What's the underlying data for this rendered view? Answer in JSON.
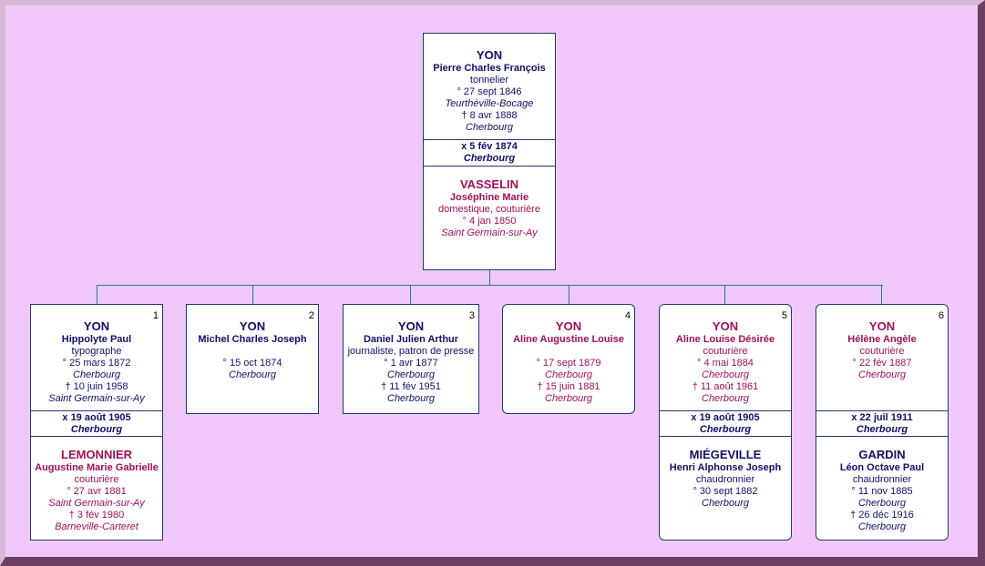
{
  "root": {
    "husband": {
      "surname": "YON",
      "given": "Pierre Charles François",
      "occupation": "tonnelier",
      "birth_date": "° 27 sept 1846",
      "birth_place": "Teurthéville-Bocage",
      "death_date": "† 8 avr 1888",
      "death_place": "Cherbourg"
    },
    "marriage": {
      "date": "x 5 fév 1874",
      "place": "Cherbourg"
    },
    "wife": {
      "surname": "VASSELIN",
      "given": "Joséphine Marie",
      "occupation": "domestique, couturière",
      "birth_date": "° 4 jan 1850",
      "birth_place": "Saint Germain-sur-Ay"
    }
  },
  "children": [
    {
      "num": "1",
      "surname": "YON",
      "given": "Hippolyte Paul",
      "occupation": "typographe",
      "birth_date": "° 25 mars 1872",
      "birth_place": "Cherbourg",
      "death_date": "† 10 juin 1958",
      "death_place": "Saint Germain-sur-Ay",
      "marriage": {
        "date": "x 19 août 1905",
        "place": "Cherbourg"
      },
      "spouse": {
        "surname": "LEMONNIER",
        "given": "Augustine Marie Gabrielle",
        "occupation": "couturière",
        "birth_date": "° 27 avr 1881",
        "birth_place": "Saint Germain-sur-Ay",
        "death_date": "† 3 fév 1980",
        "death_place": "Barneville-Carteret"
      }
    },
    {
      "num": "2",
      "surname": "YON",
      "given": "Michel Charles Joseph",
      "birth_date": "° 15 oct 1874",
      "birth_place": "Cherbourg"
    },
    {
      "num": "3",
      "surname": "YON",
      "given": "Daniel Julien Arthur",
      "occupation": "journaliste, patron de presse",
      "birth_date": "° 1 avr 1877",
      "birth_place": "Cherbourg",
      "death_date": "† 11 fév 1951",
      "death_place": "Cherbourg"
    },
    {
      "num": "4",
      "surname": "YON",
      "given": "Aline Augustine Louise",
      "birth_date": "° 17 sept 1879",
      "birth_place": "Cherbourg",
      "death_date": "† 15 juin 1881",
      "death_place": "Cherbourg"
    },
    {
      "num": "5",
      "surname": "YON",
      "given": "Aline Louise Désirée",
      "occupation": "couturière",
      "birth_date": "° 4 mai 1884",
      "birth_place": "Cherbourg",
      "death_date": "† 11 août 1961",
      "death_place": "Cherbourg",
      "marriage": {
        "date": "x 19 août 1905",
        "place": "Cherbourg"
      },
      "spouse": {
        "surname": "MIÉGEVILLE",
        "given": "Henri Alphonse Joseph",
        "occupation": "chaudronnier",
        "birth_date": "° 30 sept 1882",
        "birth_place": "Cherbourg"
      }
    },
    {
      "num": "6",
      "surname": "YON",
      "given": "Hélène Angèle",
      "occupation": "couturière",
      "birth_date": "° 22 fév 1887",
      "birth_place": "Cherbourg",
      "marriage": {
        "date": "x 22 juil 1911",
        "place": "Cherbourg"
      },
      "spouse": {
        "surname": "GARDIN",
        "given": "Léon Octave Paul",
        "occupation": "chaudronnier",
        "birth_date": "° 11 nov 1885",
        "birth_place": "Cherbourg",
        "death_date": "† 26 déc 1916",
        "death_place": "Cherbourg"
      }
    }
  ]
}
